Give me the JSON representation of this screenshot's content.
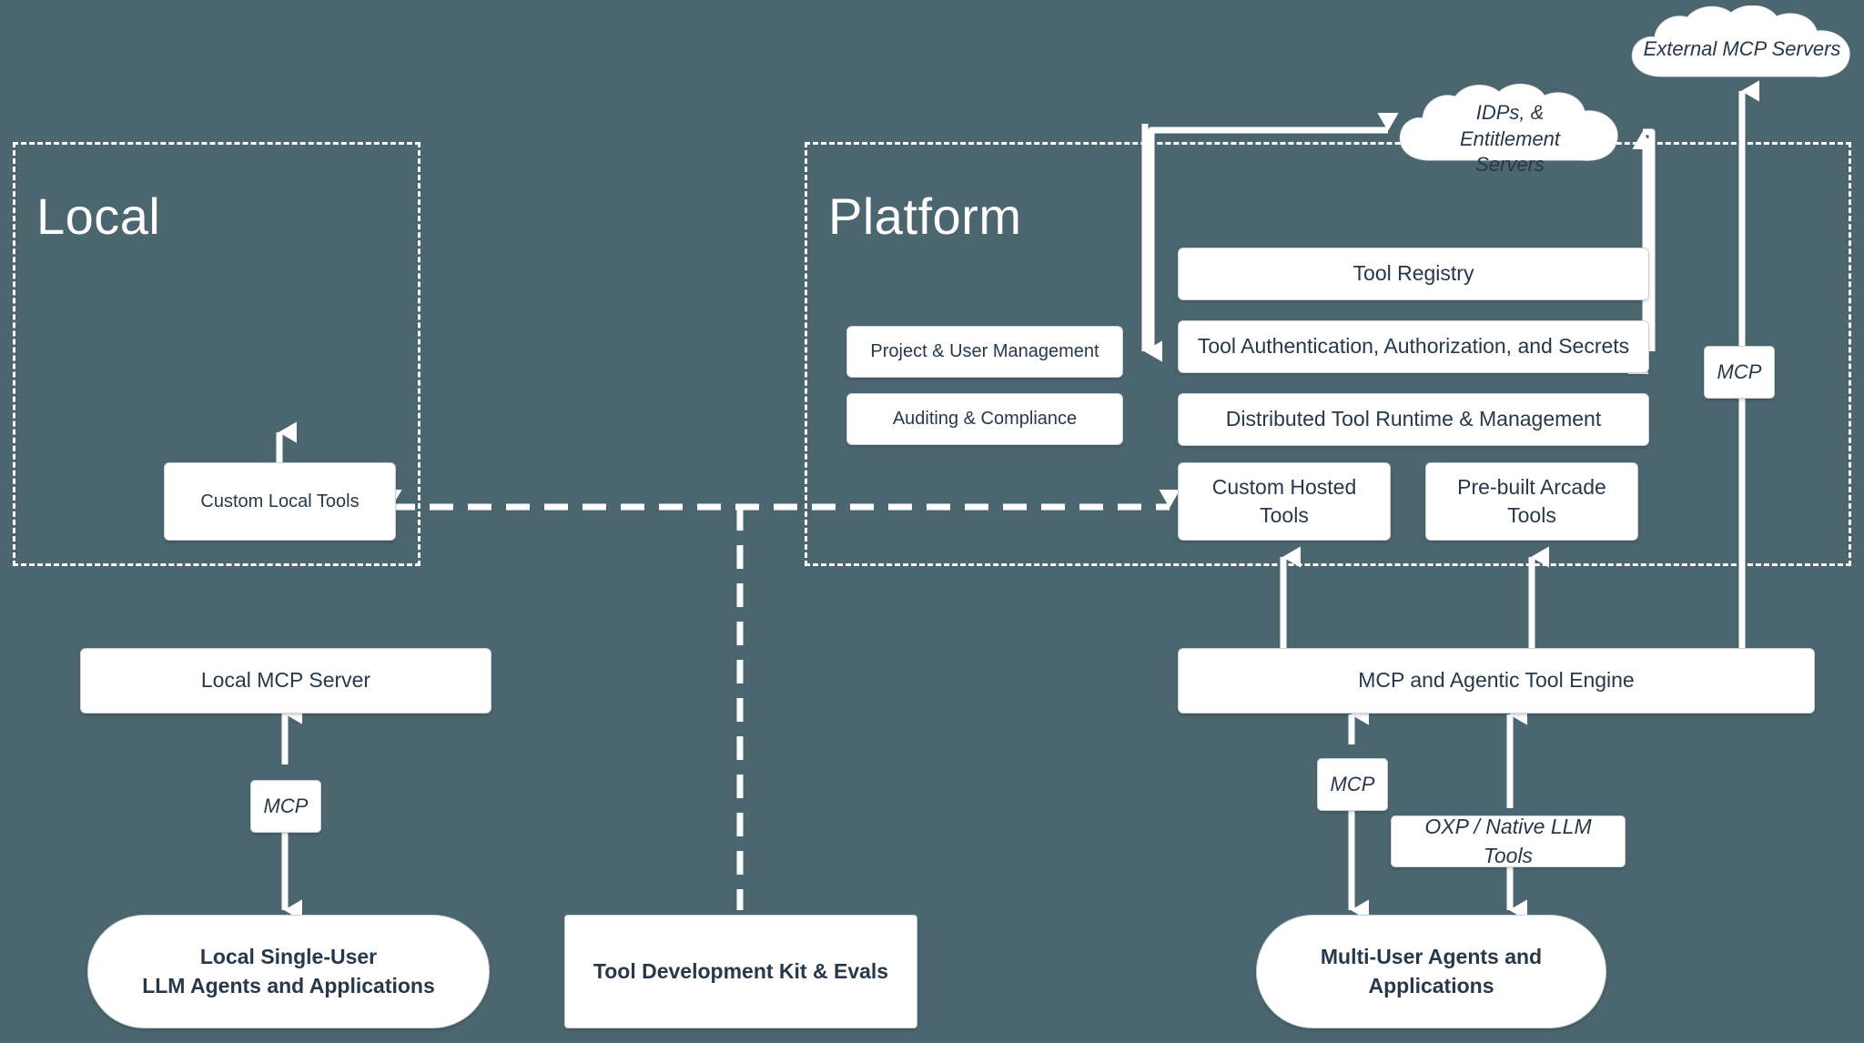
{
  "diagram": {
    "title": "Arcade Tool Platform Architecture",
    "background_color": "#4c6670",
    "node_fill": "#ffffff",
    "node_text_color": "#27384a",
    "connector_color": "#ffffff"
  },
  "zones": [
    {
      "id": "local",
      "label": "Local"
    },
    {
      "id": "platform",
      "label": "Platform"
    }
  ],
  "clouds": [
    {
      "id": "external-mcp-servers",
      "label": "External MCP Servers"
    },
    {
      "id": "idps-entitlement-servers",
      "label": "IDPs, & Entitlement Servers"
    }
  ],
  "local_nodes": [
    {
      "id": "custom-local-tools",
      "label": "Custom Local Tools"
    },
    {
      "id": "local-mcp-server",
      "label": "Local MCP Server"
    }
  ],
  "platform_nodes": [
    {
      "id": "project-user-management",
      "label": "Project & User Management"
    },
    {
      "id": "auditing-compliance",
      "label": "Auditing & Compliance"
    },
    {
      "id": "tool-registry",
      "label": "Tool Registry"
    },
    {
      "id": "tool-auth",
      "label": "Tool Authentication, Authorization, and Secrets"
    },
    {
      "id": "distributed-tool-runtime",
      "label": "Distributed Tool Runtime & Management"
    },
    {
      "id": "custom-hosted-tools",
      "label": "Custom Hosted Tools"
    },
    {
      "id": "pre-built-arcade-tools",
      "label": "Pre-built Arcade Tools"
    },
    {
      "id": "mcp-agentic-tool-engine",
      "label": "MCP and Agentic Tool Engine"
    }
  ],
  "consumer_nodes": [
    {
      "id": "local-single-user-agents",
      "label": "Local Single-User\nLLM Agents and Applications",
      "line1": "Local Single-User",
      "line2": "LLM Agents and Applications"
    },
    {
      "id": "tool-development-kit",
      "label": "Tool Development Kit & Evals"
    },
    {
      "id": "multi-user-agents",
      "label": "Multi-User Agents and Applications",
      "line1": "Multi-User Agents and",
      "line2": "Applications"
    }
  ],
  "edge_labels": [
    {
      "id": "mcp-local",
      "label": "MCP"
    },
    {
      "id": "mcp-platform-agents",
      "label": "MCP"
    },
    {
      "id": "mcp-external",
      "label": "MCP"
    },
    {
      "id": "oxp-native-llm-tools",
      "label": "OXP / Native LLM Tools"
    }
  ]
}
